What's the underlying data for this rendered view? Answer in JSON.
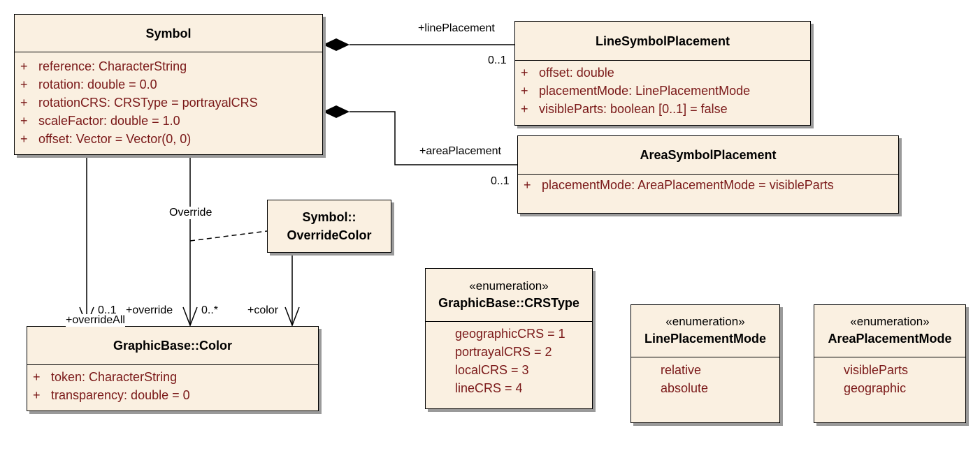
{
  "classes": {
    "symbol": {
      "name": "Symbol",
      "attributes": [
        {
          "vis": "+",
          "text": "reference: CharacterString"
        },
        {
          "vis": "+",
          "text": "rotation: double = 0.0"
        },
        {
          "vis": "+",
          "text": "rotationCRS: CRSType = portrayalCRS"
        },
        {
          "vis": "+",
          "text": "scaleFactor: double = 1.0"
        },
        {
          "vis": "+",
          "text": "offset: Vector = Vector(0, 0)"
        }
      ]
    },
    "line_symbol_placement": {
      "name": "LineSymbolPlacement",
      "attributes": [
        {
          "vis": "+",
          "text": "offset: double"
        },
        {
          "vis": "+",
          "text": "placementMode: LinePlacementMode"
        },
        {
          "vis": "+",
          "text": "visibleParts: boolean [0..1] = false"
        }
      ]
    },
    "area_symbol_placement": {
      "name": "AreaSymbolPlacement",
      "attributes": [
        {
          "vis": "+",
          "text": "placementMode: AreaPlacementMode = visibleParts"
        }
      ]
    },
    "override_color": {
      "name_line1": "Symbol::",
      "name_line2": "OverrideColor"
    },
    "color": {
      "name": "GraphicBase::Color",
      "attributes": [
        {
          "vis": "+",
          "text": "token: CharacterString"
        },
        {
          "vis": "+",
          "text": "transparency: double = 0"
        }
      ]
    },
    "crs_type": {
      "stereotype": "«enumeration»",
      "name": "GraphicBase::CRSType",
      "literals": [
        "geographicCRS = 1",
        "portrayalCRS = 2",
        "localCRS = 3",
        "lineCRS = 4"
      ]
    },
    "line_placement_mode": {
      "stereotype": "«enumeration»",
      "name": "LinePlacementMode",
      "literals": [
        "relative",
        "absolute"
      ]
    },
    "area_placement_mode": {
      "stereotype": "«enumeration»",
      "name": "AreaPlacementMode",
      "literals": [
        "visibleParts",
        "geographic"
      ]
    }
  },
  "labels": {
    "line_placement_role": "+linePlacement",
    "line_placement_mult": "0..1",
    "area_placement_role": "+areaPlacement",
    "area_placement_mult": "0..1",
    "override_assoc": "Override",
    "override_all_role": "+overrideAll",
    "override_all_mult": "0..1",
    "override_role": "+override",
    "override_mult": "0..*",
    "color_role": "+color"
  },
  "colors": {
    "box_fill": "#faf0e1",
    "attribute_text": "#7a1818",
    "border": "#000000",
    "shadow": "#9a9a9a"
  }
}
